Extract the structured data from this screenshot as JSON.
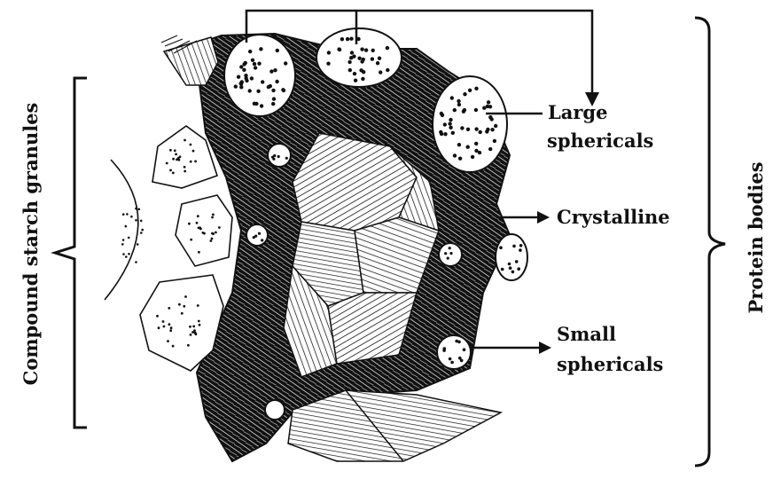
{
  "labels": {
    "left_bracket": "Compound starch granules",
    "right_bracket": "Protein bodies",
    "large_line1": "Large",
    "large_line2": "sphericals",
    "crystalline": "Crystalline",
    "small_line1": "Small",
    "small_line2": "sphericals"
  },
  "colors": {
    "ink": "#111111",
    "paper": "#ffffff"
  }
}
